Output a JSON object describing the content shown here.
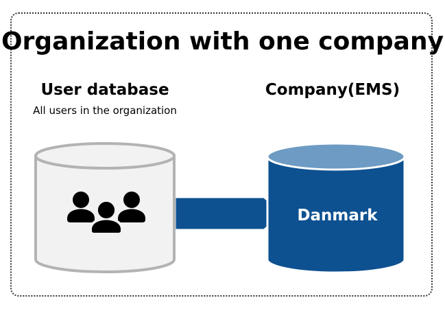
{
  "title": "Organization with one company",
  "user_database": {
    "title": "User database",
    "subtitle": "All users in the organization",
    "icon": "users-group-icon"
  },
  "company": {
    "title": "Company(EMS)",
    "name": "Danmark"
  },
  "colors": {
    "frame_border": "#333333",
    "user_db_fill": "#f2f2f2",
    "user_db_stroke": "#b3b3b3",
    "company_fill": "#0d5191",
    "company_top": "#6d9bc3",
    "arrow": "#0d5191",
    "text_dark": "#000000",
    "text_light": "#ffffff"
  }
}
